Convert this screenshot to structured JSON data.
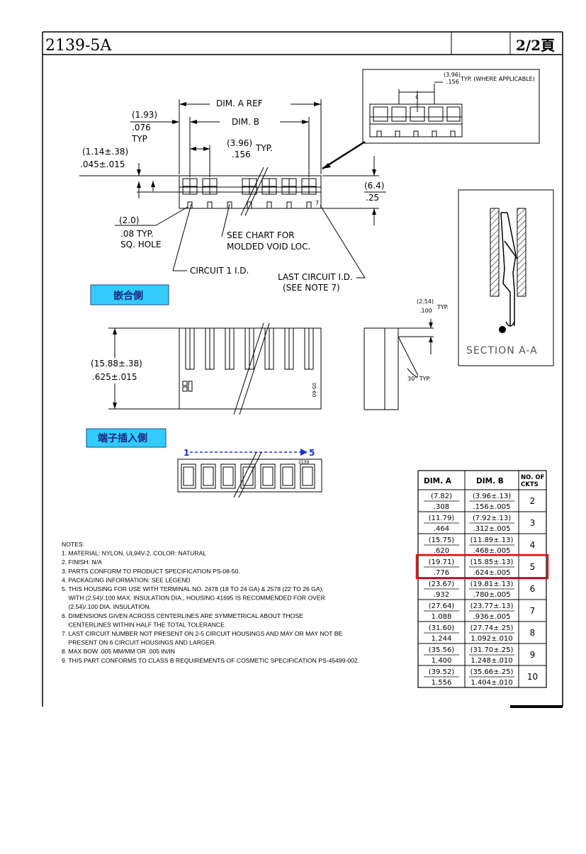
{
  "header": {
    "part_number": "2139-5A",
    "page": "2/2頁"
  },
  "top_view": {
    "dim_a_ref": "DIM. A REF",
    "dim_b": "DIM. B",
    "d193_mm": "(1.93)",
    "d193_in": ".076",
    "d193_typ": "TYP",
    "d396_mm": "(3.96)",
    "d396_in": ".156",
    "d396_typ": "TYP.",
    "d114_mm": "(1.14±.38)",
    "d114_in": ".045±.015",
    "d64_mm": "(6.4)",
    "d64_in": ".25",
    "d20_mm": "(2.0)",
    "d20_in": ".08 TYP.",
    "d20_note": "SQ. HOLE",
    "see_chart_1": "SEE CHART FOR",
    "see_chart_2": "MOLDED VOID LOC.",
    "circuit1": "CIRCUIT 1 I.D.",
    "last_circuit_1": "LAST CIRCUIT I.D.",
    "last_circuit_2": "(SEE NOTE 7)",
    "pin_mark": "7"
  },
  "inset": {
    "mm": "(3.96)",
    "in": ".156",
    "note": "TYP. (WHERE APPLICABLE)",
    "cl": "¢"
  },
  "mating_side_label": "嵌合側",
  "insert_side_label": "端子插入側",
  "front_view": {
    "d1588_mm": "(15.88±.38)",
    "d1588_in": ".625±.015",
    "mark": "05-60"
  },
  "side_view": {
    "d254_mm": "(2.54)",
    "d254_in": ".100",
    "d254_typ": "TYP.",
    "angle": "30° TYP."
  },
  "section_label": "SECTION  A-A",
  "bottom_view": {
    "from": "1",
    "to": "5",
    "code": "2139"
  },
  "notes": [
    "NOTES:",
    "1. MATERIAL: NYLON, UL94V-2, COLOR: NATURAL",
    "2. FINISH: N/A",
    "3. PARTS CONFORM TO PRODUCT SPECIFICATION PS-08-50.",
    "4. PACKAGING INFORMATION: SEE LEGEND",
    "5. THIS HOUSING FOR USE WITH TERMINAL NO. 2478 (18 TO 24 GA) & 2578 (22 TO 26 GA),",
    "    WITH (2.54)/.100 MAX. INSULATION DIA., HOUSING 41695 IS RECOMMENDED FOR OVER",
    "    (2.54)/.100 DIA. INSULATION.",
    "6. DIMENSIONS GIVEN ACROSS CENTERLINES ARE SYMMETRICAL ABOUT THOSE",
    "    CENTERLINES WITHIN HALF THE TOTAL TOLERANCE.",
    "7. LAST CIRCUIT NUMBER NOT PRESENT ON 2-5 CIRCUIT HOUSINGS AND MAY OR MAY NOT BE",
    "    PRESENT ON 6 CIRCUIT HOUSINGS AND LARGER.",
    "8. MAX BOW .005 MM/MM OR .005 IN/IN",
    "9. THIS PART CONFORMS TO CLASS B REQUIREMENTS OF COSMETIC SPECIFICATION PS-45499-002."
  ],
  "table": {
    "headers": [
      "DIM. A",
      "DIM. B",
      "NO. OF",
      "CKTS"
    ],
    "rows": [
      {
        "a_mm": "(7.82)",
        "a_in": ".308",
        "b_mm": "(3.96±.13)",
        "b_in": ".156±.005",
        "ckts": "2"
      },
      {
        "a_mm": "(11.79)",
        "a_in": ".464",
        "b_mm": "(7.92±.13)",
        "b_in": ".312±.005",
        "ckts": "3"
      },
      {
        "a_mm": "(15.75)",
        "a_in": ".620",
        "b_mm": "(11.89±.13)",
        "b_in": ".468±.005",
        "ckts": "4"
      },
      {
        "a_mm": "(19.71)",
        "a_in": ".776",
        "b_mm": "(15.85±.13)",
        "b_in": ".624±.005",
        "ckts": "5"
      },
      {
        "a_mm": "(23.67)",
        "a_in": ".932",
        "b_mm": "(19.81±.13)",
        "b_in": ".780±.005",
        "ckts": "6"
      },
      {
        "a_mm": "(27.64)",
        "a_in": "1.088",
        "b_mm": "(23.77±.13)",
        "b_in": ".936±.005",
        "ckts": "7"
      },
      {
        "a_mm": "(31.60)",
        "a_in": "1.244",
        "b_mm": "(27.74±.25)",
        "b_in": "1.092±.010",
        "ckts": "8"
      },
      {
        "a_mm": "(35.56)",
        "a_in": "1.400",
        "b_mm": "(31.70±.25)",
        "b_in": "1.248±.010",
        "ckts": "9"
      },
      {
        "a_mm": "(39.52)",
        "a_in": "1.556",
        "b_mm": "(35.66±.25)",
        "b_in": "1.404±.010",
        "ckts": "10"
      }
    ],
    "highlight_color": "#e01818"
  }
}
